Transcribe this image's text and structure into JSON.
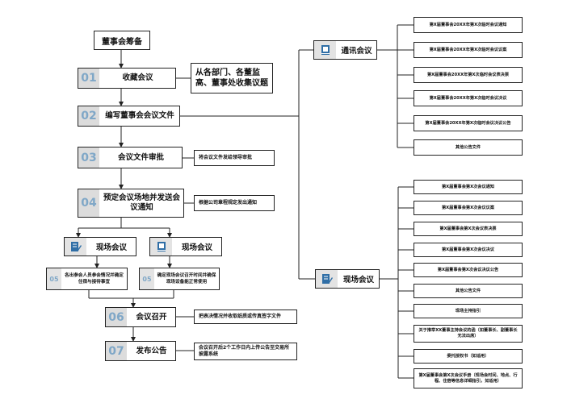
{
  "colors": {
    "line": "#222222",
    "num_text": "#7fa7c7",
    "num_bg": "#dcdcdc",
    "icon_blue": "#2f6ea6"
  },
  "title": "董事会筹备",
  "steps": [
    {
      "num": "01",
      "label": "收藏会议"
    },
    {
      "num": "02",
      "label": "编写董事会会议文件"
    },
    {
      "num": "03",
      "label": "会议文件审批"
    },
    {
      "num": "04",
      "label": "预定会议场地并发送会议通知"
    },
    {
      "num": "06",
      "label": "会议召开"
    },
    {
      "num": "07",
      "label": "发布公告"
    }
  ],
  "notes": {
    "step1": "从各部门、各董监高、董事处收集议题",
    "step3": "将会议文件发给领导审批",
    "step4": "根据公司章程规定发出通知",
    "step6": "把表决情况并收取纸质或传真签字文件",
    "step7": "会议召开后2个工作日内上传公告至交易所披露系统"
  },
  "onsite_left": {
    "label": "现场会议",
    "num": "05",
    "text": "各出参会人员参会情况并确定住宿与接待事宜",
    "icon": "edit-document-icon"
  },
  "onsite_right": {
    "label": "现场会议",
    "num": "05",
    "text": "确定现场会议召开时间并确保现场设备能正常使用",
    "icon": "book-icon"
  },
  "comm_meeting": {
    "label": "通讯会议",
    "icon": "book-icon",
    "items": [
      "第X届董事会20XX年第X次临时会议通知",
      "第X届董事会20XX年第X次临时会议议案",
      "第X届董事会20XX年第X次临时会议表决票",
      "第X届董事会20XX年第X次临时会议决议",
      "第X届董事会20XX年第X次临时会议决议公告",
      "其他公告文件"
    ]
  },
  "onsite_meeting": {
    "label": "现场会议",
    "icon": "edit-document-icon",
    "items": [
      "第X届董事会第X次会议通知",
      "第X届董事会第X次会议议案",
      "第X届董事会第X次会议表决票",
      "第X届董事会第X次会议决议",
      "第X届董事会第X次会议决议公告",
      "其他公告文件",
      "现场主持指引",
      "关于推举XX董事主持会议的函（如董事长、副董事长无法出席）",
      "委托授权书（如适用）",
      "第X届董事会第X次会议手册（现场会时间、地点、行程、住宿等信息详细指引，如适用）"
    ]
  }
}
